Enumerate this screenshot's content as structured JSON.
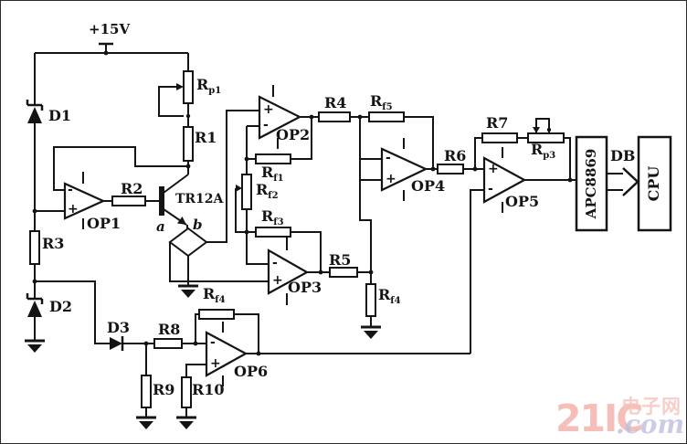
{
  "figure": {
    "kind": "analog sensor amplifier circuit schematic",
    "ink_color": "#141414",
    "background": "#ffffff"
  },
  "labels": {
    "power": "+15V",
    "d1": "D1",
    "d2": "D2",
    "d3": "D3",
    "r1": "R1",
    "r2": "R2",
    "r3": "R3",
    "r4": "R4",
    "r5": "R5",
    "r6": "R6",
    "r7": "R7",
    "r8": "R8",
    "r9": "R9",
    "r10": "R10",
    "rp1": {
      "main": "R",
      "sub": "p1"
    },
    "rp3": {
      "main": "R",
      "sub": "p3"
    },
    "rf1": {
      "main": "R",
      "sub": "f1"
    },
    "rf2": {
      "main": "R",
      "sub": "f2"
    },
    "rf3": {
      "main": "R",
      "sub": "f3"
    },
    "rf4_shunt": {
      "main": "R",
      "sub": "f4"
    },
    "rf4_op6": {
      "main": "R",
      "sub": "f4"
    },
    "rf5": {
      "main": "R",
      "sub": "f5"
    },
    "transistor": "TR12A",
    "node_a": "a",
    "node_b": "b",
    "op1": "OP1",
    "op2": "OP2",
    "op3": "OP3",
    "op4": "OP4",
    "op5": "OP5",
    "op6": "OP6",
    "adc": "APC8869",
    "cpu": "CPU",
    "bus": "DB",
    "plus": "+",
    "minus": "-"
  },
  "watermark": {
    "brand": "21IC",
    "suffix_cn": "电子网",
    "suffix_tld": ".com",
    "brand_color": "#f3afa7",
    "cn_color": "#f6c2bb",
    "tld_color": "#bfbfe2"
  }
}
